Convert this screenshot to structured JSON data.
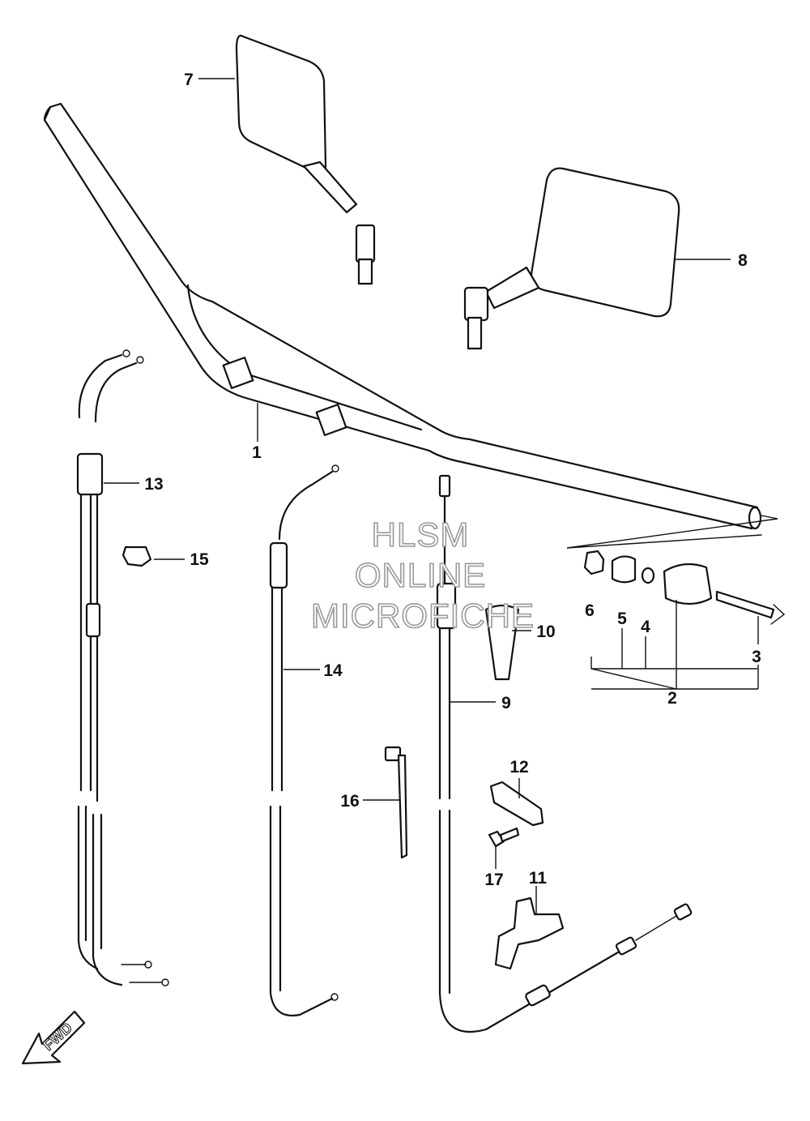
{
  "callouts": [
    {
      "id": "1",
      "label": "1"
    },
    {
      "id": "2",
      "label": "2"
    },
    {
      "id": "3",
      "label": "3"
    },
    {
      "id": "4",
      "label": "4"
    },
    {
      "id": "5",
      "label": "5"
    },
    {
      "id": "6",
      "label": "6"
    },
    {
      "id": "7",
      "label": "7"
    },
    {
      "id": "8",
      "label": "8"
    },
    {
      "id": "9",
      "label": "9"
    },
    {
      "id": "10",
      "label": "10"
    },
    {
      "id": "11",
      "label": "11"
    },
    {
      "id": "12",
      "label": "12"
    },
    {
      "id": "13",
      "label": "13"
    },
    {
      "id": "14",
      "label": "14"
    },
    {
      "id": "15",
      "label": "15"
    },
    {
      "id": "16",
      "label": "16"
    },
    {
      "id": "17",
      "label": "17"
    }
  ],
  "watermark": {
    "line1": "HLSM",
    "line2": "ONLINE",
    "line3": "MICROFICHE"
  },
  "fwd_label": "FWD"
}
